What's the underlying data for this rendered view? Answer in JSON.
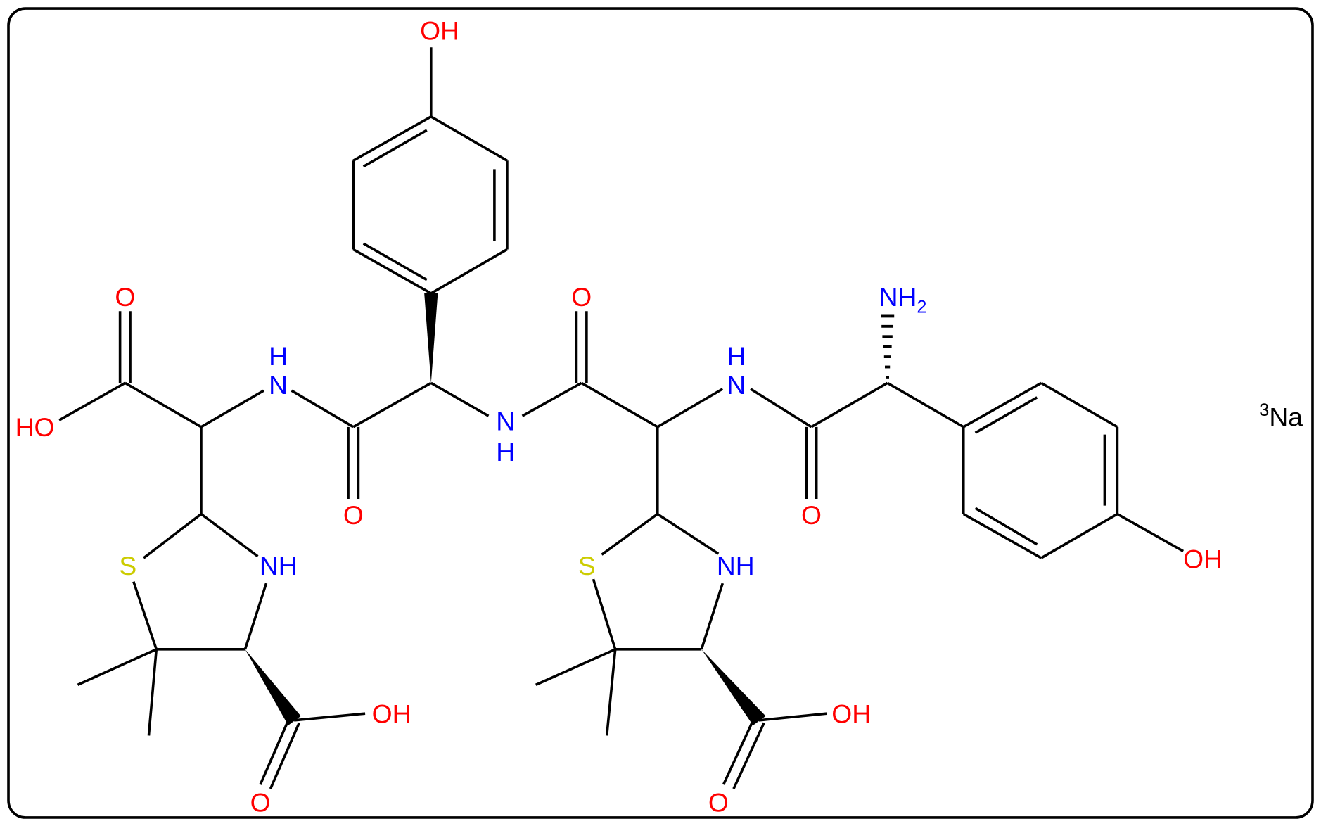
{
  "diagram": {
    "type": "chemical-structure",
    "description": "Dimeric amoxicillin-derived penicilloic acid structure, trisodium salt",
    "colors": {
      "oxygen": "#ff0000",
      "nitrogen": "#0000ff",
      "sulfur": "#cccc00",
      "carbon_bonds": "#000000",
      "sodium": "#000000",
      "background": "#ffffff",
      "frame": "#000000"
    },
    "labels": {
      "oh_top": "OH",
      "o_acid_left": "O",
      "ho_acid_left": "HO",
      "nh_left_h": "H",
      "nh_left_n": "N",
      "o_amide_left": "O",
      "nh_center_n": "N",
      "nh_center_h": "H",
      "o_amide_center": "O",
      "nh_right_h": "H",
      "nh_right_n": "N",
      "o_amide_right": "O",
      "nh2_n": "NH",
      "nh2_sub": "2",
      "oh_right_ring": "OH",
      "s_left": "S",
      "nh_ring_left": "NH",
      "oh_acid_bottom_left": "OH",
      "o_acid_bottom_left": "O",
      "s_right": "S",
      "nh_ring_right": "NH",
      "oh_acid_bottom_right": "OH",
      "o_acid_bottom_right": "O",
      "counterion_sup": "3",
      "counterion": "Na"
    },
    "fragments": [
      "4-hydroxyphenylglycine (top, wedge)",
      "4-hydroxyphenylglycine (right, hashed NH2)",
      "5,5-dimethylthiazolidine-4-carboxylic acid (left)",
      "5,5-dimethylthiazolidine-4-carboxylic acid (right)",
      "3 Na counterions"
    ]
  }
}
